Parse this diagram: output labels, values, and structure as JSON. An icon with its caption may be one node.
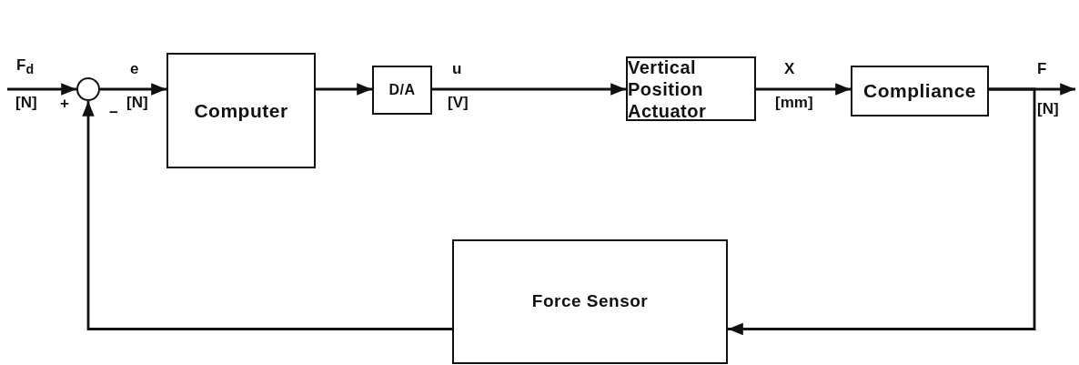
{
  "diagram": {
    "nodes": [
      {
        "text": [],
        "shape": "circle"
      },
      {
        "text": [
          "Computer"
        ]
      },
      {
        "text": [
          "D/A"
        ]
      },
      {
        "text": [
          "Vertical Position Actuator"
        ]
      },
      {
        "text": [
          "Compliance"
        ]
      },
      {
        "text": [
          "Force Sensor"
        ]
      }
    ],
    "edges": [
      {
        "from": null,
        "to": 0,
        "arrow": "to"
      },
      {
        "from": 0,
        "to": 1,
        "arrow": "to"
      },
      {
        "from": 1,
        "to": 2,
        "arrow": "to"
      },
      {
        "from": 2,
        "to": 3,
        "arrow": "to"
      },
      {
        "from": 3,
        "to": 4,
        "arrow": "to"
      },
      {
        "from": 4,
        "to": null,
        "arrow": "to"
      },
      {
        "from": 4,
        "to": 5,
        "arrow": "to"
      },
      {
        "from": 5,
        "to": 0,
        "arrow": "to"
      }
    ],
    "labels": [
      "F$_{d}$",
      "e",
      "u",
      "X",
      "F",
      "[N]",
      "+",
      "[N]",
      "[V]",
      "[mm]",
      "[N]",
      "−"
    ]
  }
}
